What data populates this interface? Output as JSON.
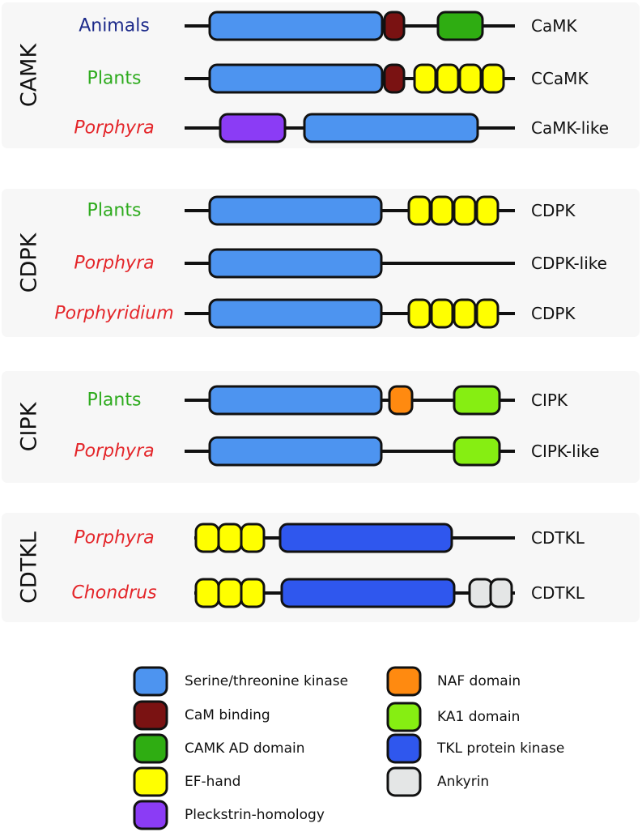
{
  "domain_types": {
    "stk": {
      "label": "Serine/threonine kinase",
      "color": "#4d94f0"
    },
    "cam": {
      "label": "CaM binding",
      "color": "#7a1212"
    },
    "camk": {
      "label": "CAMK AD domain",
      "color": "#2fad12"
    },
    "ef": {
      "label": "EF-hand",
      "color": "#ffff00"
    },
    "ph": {
      "label": "Pleckstrin-homology",
      "color": "#8b3cf5"
    },
    "naf": {
      "label": "NAF domain",
      "color": "#ff8a10"
    },
    "ka1": {
      "label": "KA1 domain",
      "color": "#86ee12"
    },
    "tkl": {
      "label": "TKL protein kinase",
      "color": "#2f57ee"
    },
    "ank": {
      "label": "Ankyrin",
      "color": "#e4e6e6"
    }
  },
  "organism_colors": {
    "animals": "#1c2a8a",
    "plants": "#2eab1e",
    "algae": "#e4262a"
  },
  "groups": [
    {
      "name": "CAMK",
      "rows": [
        {
          "organism": "Animals",
          "color_key": "animals",
          "italic": false,
          "protein": "CaMK",
          "domains": [
            {
              "type": "stk"
            },
            {
              "type": "cam"
            },
            {
              "type": "camk"
            }
          ]
        },
        {
          "organism": "Plants",
          "color_key": "plants",
          "italic": false,
          "protein": "CCaMK",
          "domains": [
            {
              "type": "stk"
            },
            {
              "type": "cam"
            },
            {
              "type": "ef"
            },
            {
              "type": "ef"
            },
            {
              "type": "ef"
            },
            {
              "type": "ef"
            }
          ]
        },
        {
          "organism": "Porphyra",
          "color_key": "algae",
          "italic": true,
          "protein": "CaMK-like",
          "domains": [
            {
              "type": "ph"
            },
            {
              "type": "stk"
            }
          ]
        }
      ]
    },
    {
      "name": "CDPK",
      "rows": [
        {
          "organism": "Plants",
          "color_key": "plants",
          "italic": false,
          "protein": "CDPK",
          "domains": [
            {
              "type": "stk"
            },
            {
              "type": "ef"
            },
            {
              "type": "ef"
            },
            {
              "type": "ef"
            },
            {
              "type": "ef"
            }
          ]
        },
        {
          "organism": "Porphyra",
          "color_key": "algae",
          "italic": true,
          "protein": "CDPK-like",
          "domains": [
            {
              "type": "stk"
            }
          ]
        },
        {
          "organism": "Porphyridium",
          "color_key": "algae",
          "italic": true,
          "protein": "CDPK",
          "domains": [
            {
              "type": "stk"
            },
            {
              "type": "ef"
            },
            {
              "type": "ef"
            },
            {
              "type": "ef"
            },
            {
              "type": "ef"
            }
          ]
        }
      ]
    },
    {
      "name": "CIPK",
      "rows": [
        {
          "organism": "Plants",
          "color_key": "plants",
          "italic": false,
          "protein": "CIPK",
          "domains": [
            {
              "type": "stk"
            },
            {
              "type": "naf"
            },
            {
              "type": "ka1"
            }
          ]
        },
        {
          "organism": "Porphyra",
          "color_key": "algae",
          "italic": true,
          "protein": "CIPK-like",
          "domains": [
            {
              "type": "stk"
            },
            {
              "type": "ka1"
            }
          ]
        }
      ]
    },
    {
      "name": "CDTKL",
      "rows": [
        {
          "organism": "Porphyra",
          "color_key": "algae",
          "italic": true,
          "protein": "CDTKL",
          "domains": [
            {
              "type": "ef"
            },
            {
              "type": "ef"
            },
            {
              "type": "ef"
            },
            {
              "type": "tkl"
            }
          ]
        },
        {
          "organism": "Chondrus",
          "color_key": "algae",
          "italic": true,
          "protein": "CDTKL",
          "domains": [
            {
              "type": "ef"
            },
            {
              "type": "ef"
            },
            {
              "type": "ef"
            },
            {
              "type": "tkl"
            },
            {
              "type": "ank"
            },
            {
              "type": "ank"
            }
          ]
        }
      ]
    }
  ],
  "legend": {
    "left": [
      "stk",
      "cam",
      "camk",
      "ef",
      "ph"
    ],
    "right": [
      "naf",
      "ka1",
      "tkl",
      "ank"
    ]
  }
}
